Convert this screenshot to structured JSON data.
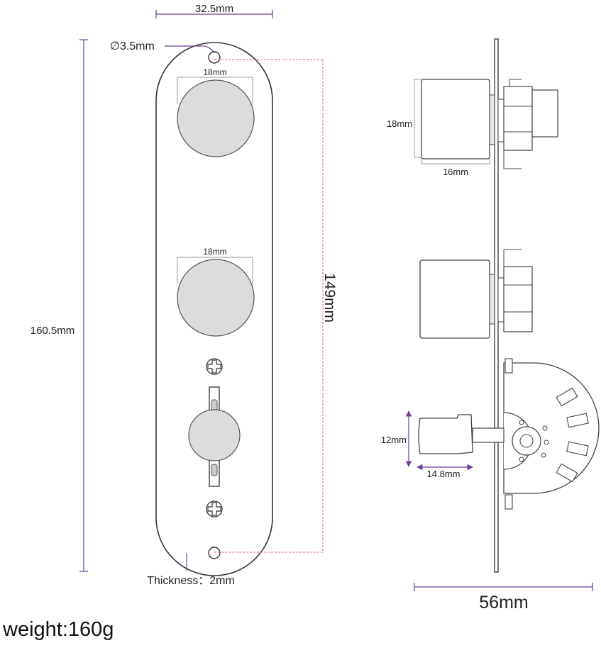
{
  "labels": {
    "top_width": "32.5mm",
    "hole_diameter": "∅3.5mm",
    "knob1_width": "18mm",
    "knob2_width": "18mm",
    "height_total": "160.5mm",
    "hole_spacing": "149mm",
    "thickness": "Thickness：2mm",
    "side_knob_height": "18mm",
    "side_knob_depth": "16mm",
    "switch_tip_height": "12mm",
    "switch_tip_length": "14.8mm",
    "side_depth": "56mm",
    "weight": "weight:160g"
  },
  "colors": {
    "dimension_line": "#6a3d97",
    "red_guide": "#e06070",
    "outline": "#333333",
    "knob_fill": "#dcdcdc"
  }
}
